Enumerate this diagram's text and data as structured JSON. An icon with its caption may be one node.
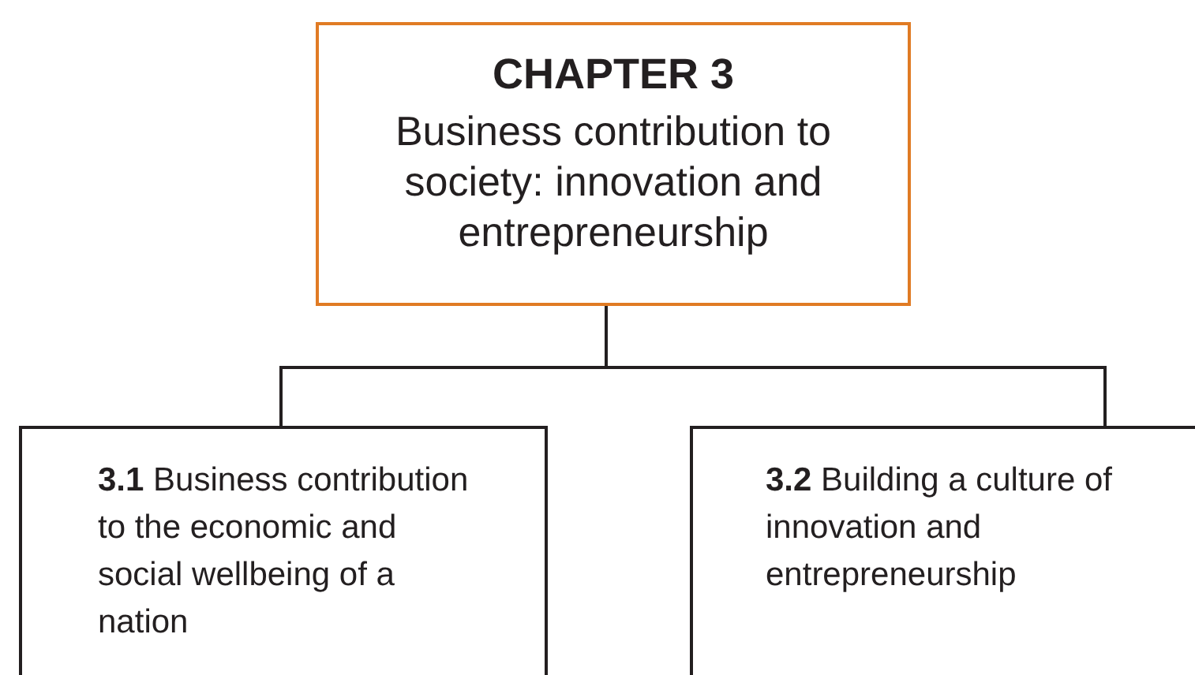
{
  "diagram": {
    "nodes": [
      {
        "text": [
          "CHAPTER 3",
          "Business contribution to society: innovation and entrepreneurship"
        ]
      },
      {
        "text": [
          "**3.1** Business contribution to the economic and social wellbeing of a nation"
        ]
      },
      {
        "text": [
          "**3.2** Building a culture of innovation and entrepreneurship"
        ]
      }
    ],
    "edges": [
      {
        "from": 0,
        "to": 1,
        "arrow": "none"
      },
      {
        "from": 0,
        "to": 2,
        "arrow": "none"
      }
    ]
  }
}
